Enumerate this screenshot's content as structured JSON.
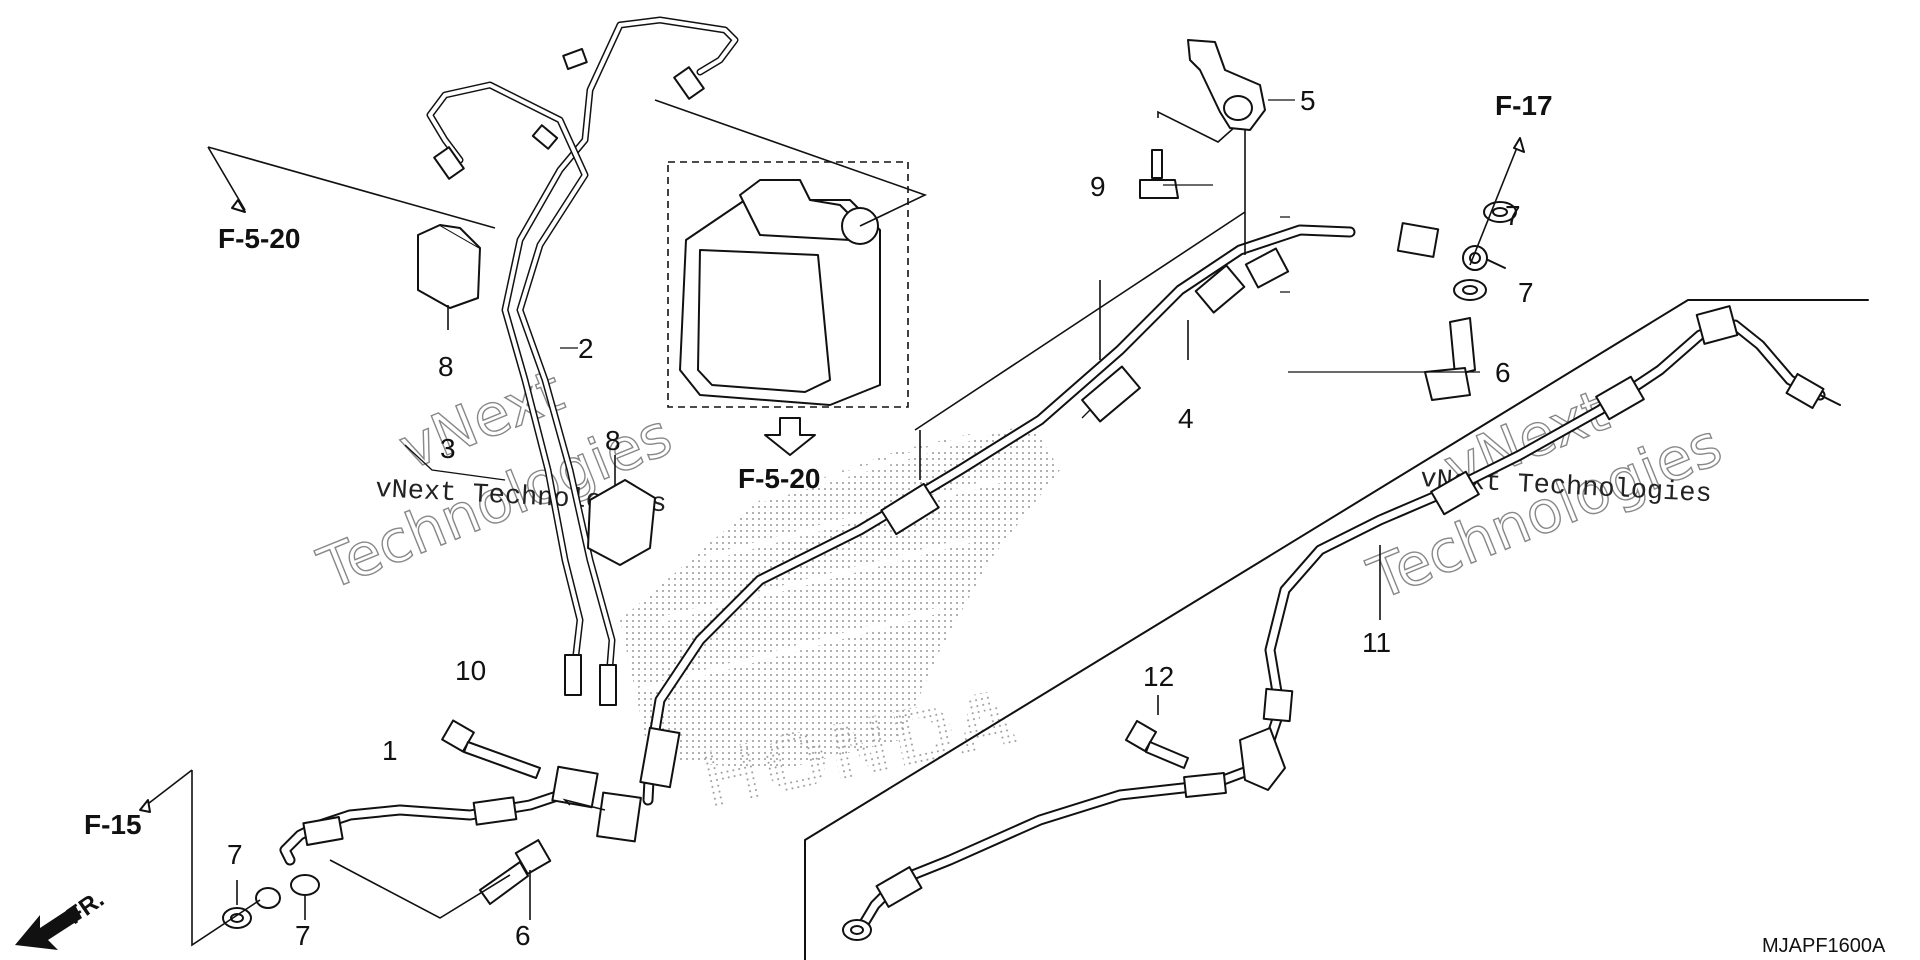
{
  "diagram_code": "MJAPF1600A",
  "references": {
    "f5_20_left": "F-5-20",
    "f5_20_center": "F-5-20",
    "f17": "F-17",
    "f15": "F-15"
  },
  "front_label": "FR.",
  "watermark": {
    "line1": "vNext",
    "line2": "Technologies",
    "inline": "vNext Technologies"
  },
  "callouts": {
    "c1": "1",
    "c2": "2",
    "c3": "3",
    "c4": "4",
    "c5": "5",
    "c6a": "6",
    "c6b": "6",
    "c7a": "7",
    "c7b": "7",
    "c7c": "7",
    "c7d": "7",
    "c8a": "8",
    "c8b": "8",
    "c9": "9",
    "c10": "10",
    "c11": "11",
    "c12": "12"
  },
  "colors": {
    "ink": "#111111",
    "paper": "#ffffff",
    "watermark": "#888888"
  }
}
